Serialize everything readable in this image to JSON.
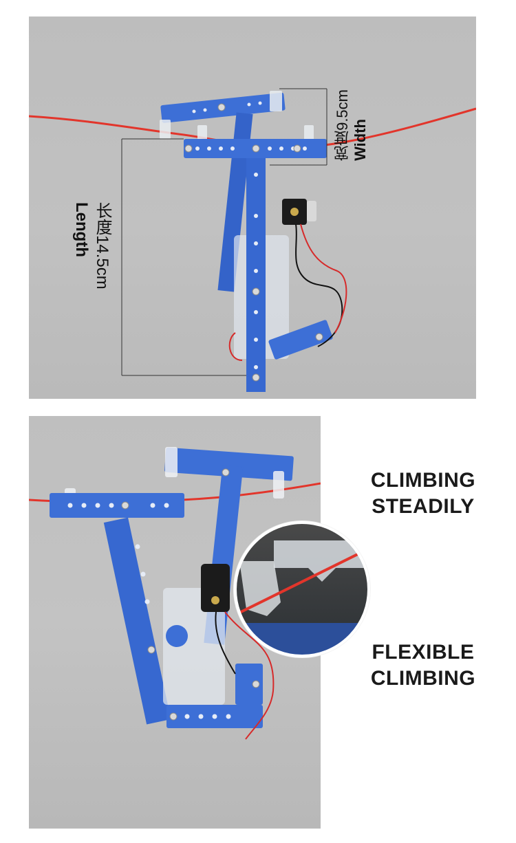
{
  "dimensions": {
    "length_label": "长度14.5cm",
    "length_label_en": "Length",
    "width_label": "宽度9.5cm",
    "width_label_en": "Width"
  },
  "captions": {
    "climbing_steadily": "CLIMBING\nSTEADILY",
    "flexible_climbing": "FLEXIBLE\nCLIMBING"
  },
  "colors": {
    "frame_blue": "#3d6fd6",
    "wire_red": "#e8322a",
    "background_grey": "#bdbdbd"
  }
}
